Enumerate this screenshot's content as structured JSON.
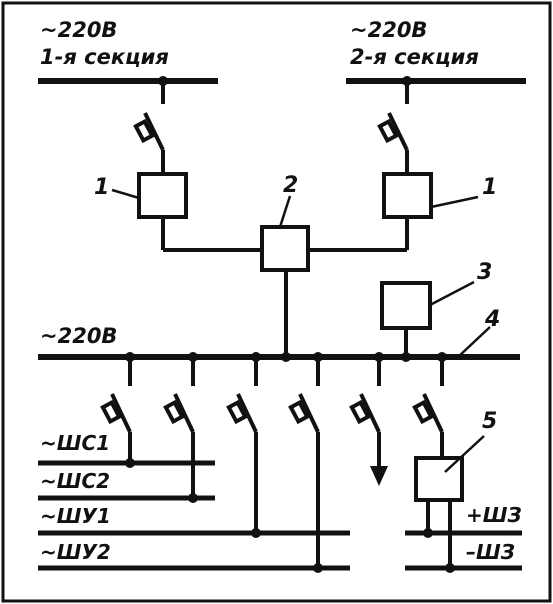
{
  "sources": {
    "left": {
      "voltage": "~220В",
      "section": "1-я секция"
    },
    "right": {
      "voltage": "~220В",
      "section": "2-я секция"
    }
  },
  "main_bus_label": "~220В",
  "callouts": [
    "1",
    "1",
    "2",
    "3",
    "4",
    "5"
  ],
  "outgoing_buses": [
    "~ШС1",
    "~ШС2",
    "~ШУ1",
    "~ШУ2"
  ],
  "dc_buses": [
    "+ШЗ",
    "–ШЗ"
  ],
  "colors": {
    "ink": "#111111",
    "paper": "#ffffff"
  }
}
